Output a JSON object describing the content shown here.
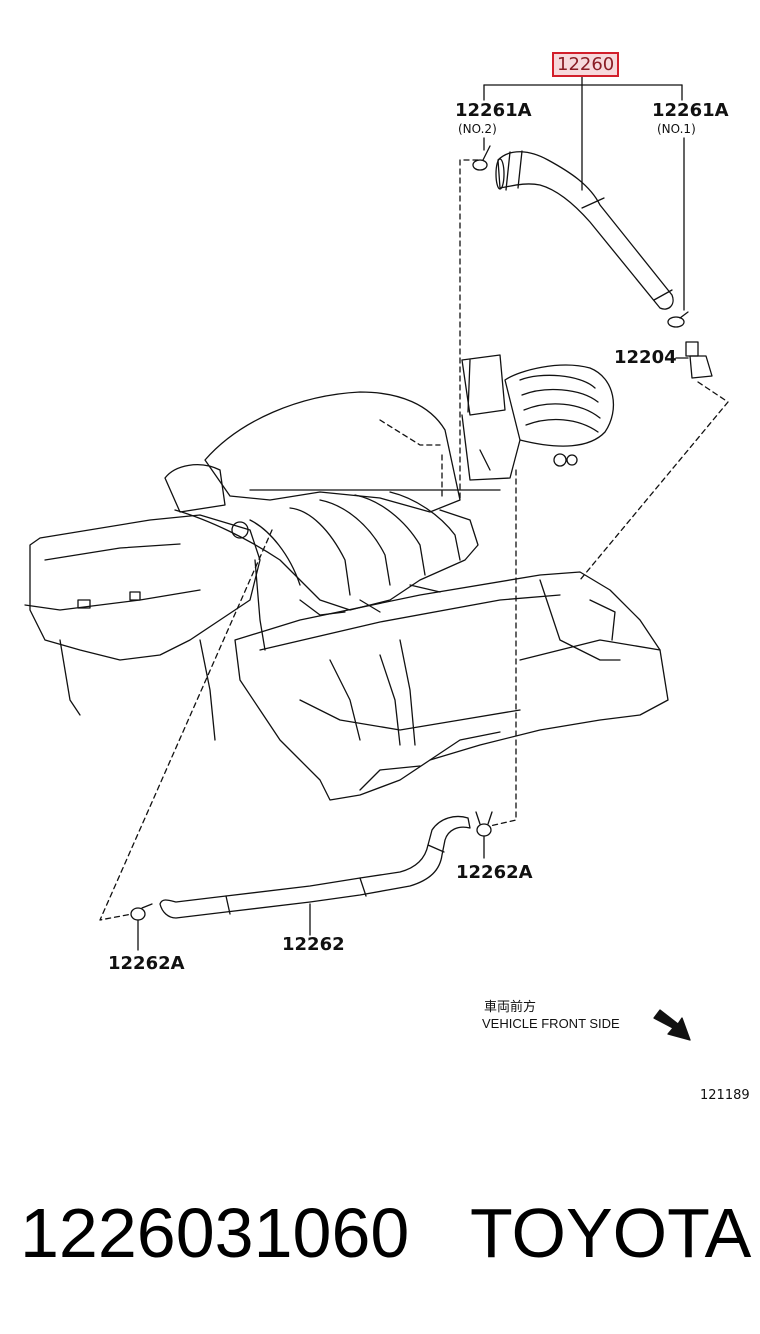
{
  "callouts": {
    "main_part": "12260",
    "clip_no2": "12261A",
    "clip_no2_sub": "(NO.2)",
    "clip_no1": "12261A",
    "clip_no1_sub": "(NO.1)",
    "pcv_valve": "12204",
    "clamp_right": "12262A",
    "hose_lower": "12262",
    "clamp_left": "12262A"
  },
  "direction": {
    "jp": "車両前方",
    "en": "VEHICLE FRONT SIDE"
  },
  "figure_number": "121189",
  "footer": {
    "part_number": "1226031060",
    "brand": "TOYOTA"
  },
  "colors": {
    "line": "#111111",
    "highlight_border": "#d21f2b",
    "highlight_fill": "#f7d9dc"
  }
}
